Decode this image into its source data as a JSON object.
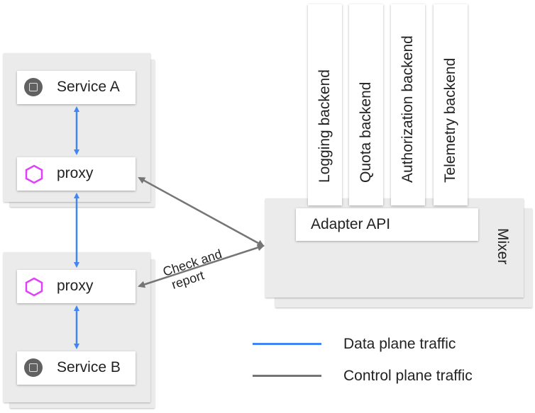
{
  "services": {
    "a_label": "Service A",
    "b_label": "Service B",
    "proxy_a_label": "proxy",
    "proxy_b_label": "proxy"
  },
  "mixer": {
    "label": "Mixer",
    "adapter_label": "Adapter API",
    "backends": [
      "Logging backend",
      "Quota backend",
      "Authorization backend",
      "Telemetry backend"
    ]
  },
  "arrow_label": "Check and report",
  "arrow_label_lines": [
    "Check and",
    "report"
  ],
  "legend": [
    {
      "label": "Data plane traffic",
      "color": "#4285f4"
    },
    {
      "label": "Control plane traffic",
      "color": "#757575"
    }
  ],
  "colors": {
    "data_plane": "#4285f4",
    "control_plane": "#757575",
    "proxy_icon": "#e040fb"
  }
}
